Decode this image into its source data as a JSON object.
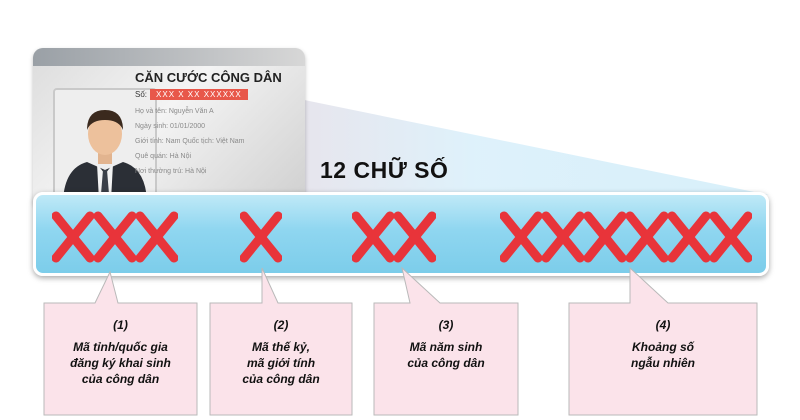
{
  "card": {
    "title": "CĂN CƯỚC CÔNG DÂN",
    "so_label": "Số:",
    "so_value": "XXX  X  XX  XXXXXX",
    "lines": [
      "Họ và tên: Nguyễn Văn A",
      "Ngày sinh: 01/01/2000",
      "Giới tính: Nam      Quốc tịch: Việt Nam",
      "Quê quán: Hà Nội",
      "Nơi thường trú: Hà Nội"
    ]
  },
  "caption": "12 CHỮ SỐ",
  "groups": [
    {
      "glyphs": "XXX",
      "count": 3
    },
    {
      "glyphs": "X",
      "count": 1
    },
    {
      "glyphs": "XX",
      "count": 2
    },
    {
      "glyphs": "XXXXXX",
      "count": 6
    }
  ],
  "callouts": [
    {
      "num": "(1)",
      "lines": [
        "Mã tỉnh/quốc gia",
        "đăng ký khai sinh",
        "của công dân"
      ]
    },
    {
      "num": "(2)",
      "lines": [
        "Mã thế kỷ,",
        "mã giới tính",
        "của công dân"
      ]
    },
    {
      "num": "(3)",
      "lines": [
        "Mã năm sinh",
        "của công dân"
      ]
    },
    {
      "num": "(4)",
      "lines": [
        "Khoảng số",
        "ngẫu nhiên"
      ]
    }
  ],
  "colors": {
    "x_mark": "#e8343a",
    "band": "#8fd6f0",
    "callout_fill": "#fbe3ea",
    "callout_border": "#b9b9b9",
    "so_highlight": "#e8574a"
  }
}
